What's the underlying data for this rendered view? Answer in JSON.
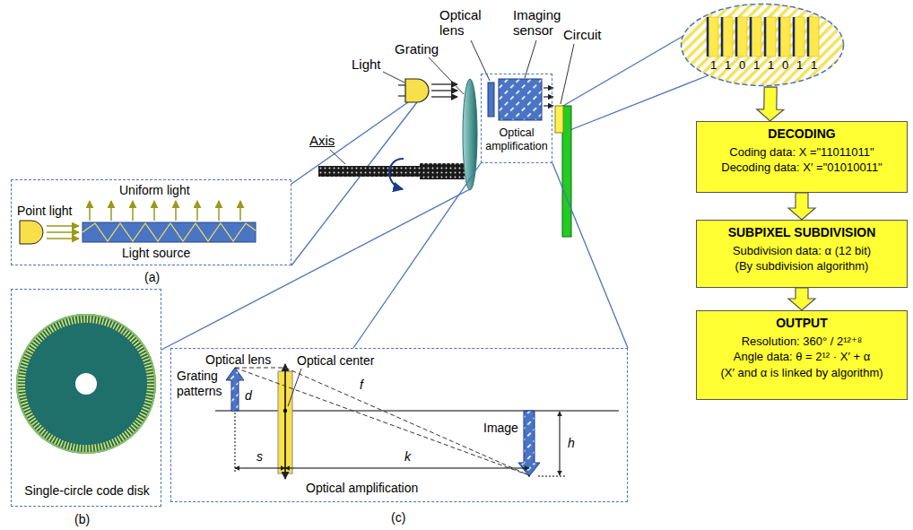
{
  "diagram": {
    "nodes": [
      {
        "text": [
          "Optical amplification"
        ]
      },
      {
        "text": [
          "1",
          "1",
          "0",
          "1",
          "1",
          "0",
          "1",
          "1"
        ]
      },
      {
        "text": [
          "DECODING",
          "Coding data: X =\"11011011\"",
          "Decoding data: X′ =\"01010011\""
        ]
      },
      {
        "text": [
          "SUBPIXEL SUBDIVISION",
          "Subdivision data: α (12 bit)",
          "(By subdivision algorithm)"
        ]
      },
      {
        "text": [
          "OUTPUT",
          "Resolution: 360° / 2¹²⁺⁸",
          "Angle data: θ = 2¹² · X′ + α",
          "(X′ and α is linked by algorithm)"
        ]
      },
      {
        "text": [
          "Uniform light",
          "Point light",
          "Light source",
          "(a)"
        ]
      },
      {
        "text": [
          "Single-circle code disk",
          "(b)"
        ]
      },
      {
        "text": [
          "Optical lens",
          "Optical center",
          "Grating patterns",
          "d",
          "f",
          "Image",
          "h",
          "s",
          "k",
          "Optical amplification",
          "(c)"
        ]
      }
    ],
    "edges": [
      {
        "from": 1,
        "to": 2,
        "arrow": "to"
      },
      {
        "from": 2,
        "to": 3,
        "arrow": "to"
      },
      {
        "from": 3,
        "to": 4,
        "arrow": "to"
      },
      {
        "from": 0,
        "to": 7,
        "arrow": "none"
      },
      {
        "from": 0,
        "to": 7,
        "arrow": "none"
      }
    ],
    "labels": [
      "Light",
      "Grating",
      "Optical lens",
      "Imaging sensor",
      "Circuit",
      "Axis"
    ]
  }
}
